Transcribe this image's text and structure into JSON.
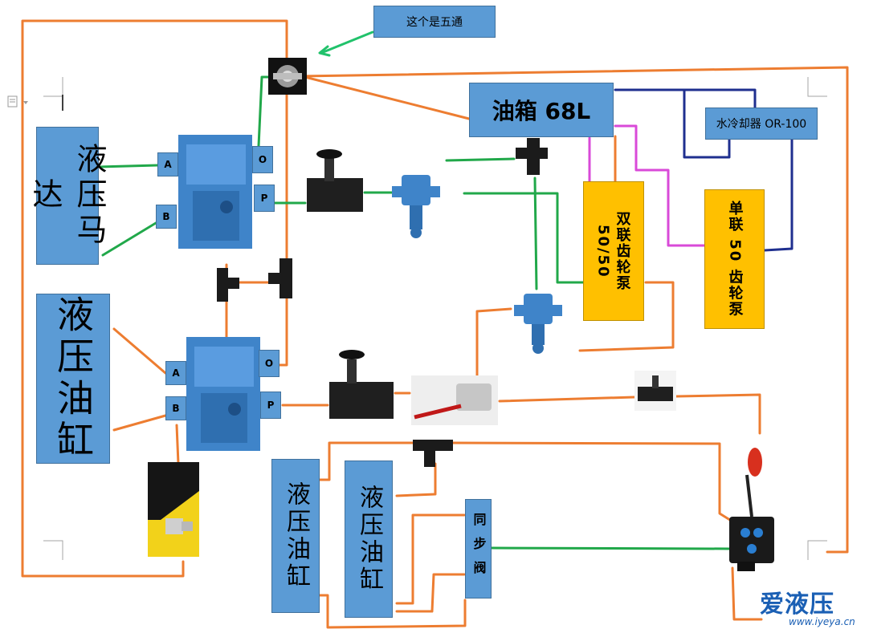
{
  "callout": {
    "text": "这个是五通"
  },
  "tank": {
    "label": "油箱 68L"
  },
  "cooler": {
    "label": "水冷却器 OR-100"
  },
  "double_pump": {
    "label": "双联齿轮泵 50/50"
  },
  "single_pump": {
    "label": "单联 50 齿轮泵"
  },
  "motor": {
    "label": "液压马达"
  },
  "cylinder_main": {
    "label": "液压油缸"
  },
  "cylinder_left": {
    "label": "液压油缸"
  },
  "cylinder_right": {
    "label": "液压油缸"
  },
  "sync_valve": {
    "label": "同步阀"
  },
  "valve_upper": {
    "port_a": "A",
    "port_b": "B",
    "port_o": "O",
    "port_p": "P"
  },
  "valve_lower": {
    "port_a": "A",
    "port_b": "B",
    "port_o": "O",
    "port_p": "P"
  },
  "watermark": {
    "brand": "爱液压",
    "url": "www.iyeya.cn"
  },
  "colors": {
    "box_blue": "#5b9bd5",
    "box_yellow": "#ffc000",
    "line_orange": "#ed7d31",
    "line_green": "#21a84a",
    "line_navy": "#1f2f8f",
    "line_magenta": "#d94ad8"
  }
}
